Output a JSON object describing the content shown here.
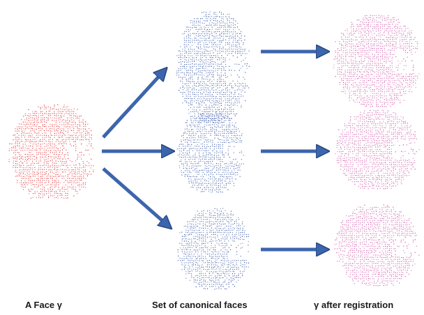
{
  "captions": {
    "input": "A Face γ",
    "canonical": "Set of canonical faces",
    "registered": "γ after registration"
  },
  "colors": {
    "input_face": "#e0242b",
    "canonical_face": "#2f4f9e",
    "registered_face": "#c9479f",
    "arrow_fill": "#3d65ad",
    "arrow_stroke": "#27487f"
  }
}
